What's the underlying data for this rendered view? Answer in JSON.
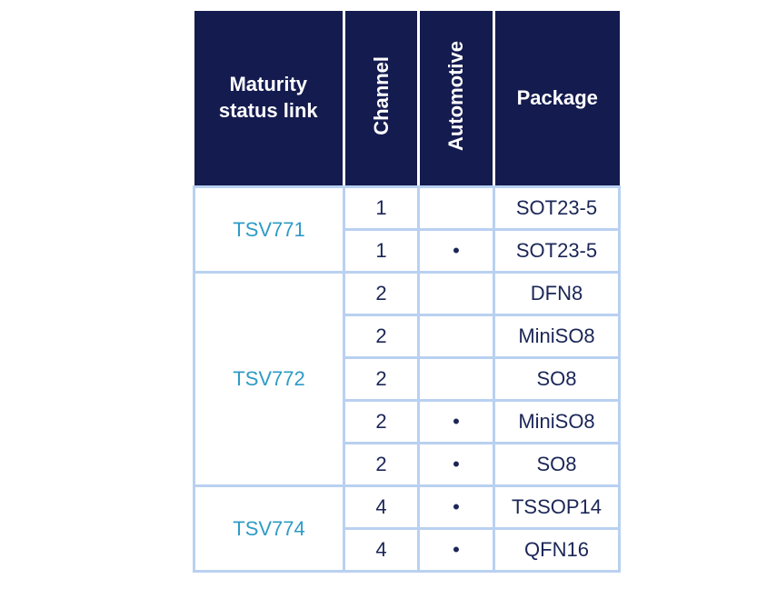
{
  "table": {
    "columns": [
      {
        "title": "Maturity status link",
        "lines": [
          "Maturity",
          "status link"
        ],
        "rotated": false
      },
      {
        "title": "Channel",
        "lines": [
          "Channel"
        ],
        "rotated": true
      },
      {
        "title": "Automotive",
        "lines": [
          "Automotive"
        ],
        "rotated": true
      },
      {
        "title": "Package",
        "lines": [
          "Package"
        ],
        "rotated": false
      }
    ],
    "groups": [
      {
        "part": "TSV771",
        "rows": [
          {
            "channel": "1",
            "automotive": "",
            "package": "SOT23-5"
          },
          {
            "channel": "1",
            "automotive": "•",
            "package": "SOT23-5"
          }
        ]
      },
      {
        "part": "TSV772",
        "rows": [
          {
            "channel": "2",
            "automotive": "",
            "package": "DFN8"
          },
          {
            "channel": "2",
            "automotive": "",
            "package": "MiniSO8"
          },
          {
            "channel": "2",
            "automotive": "",
            "package": "SO8"
          },
          {
            "channel": "2",
            "automotive": "•",
            "package": "MiniSO8"
          },
          {
            "channel": "2",
            "automotive": "•",
            "package": "SO8"
          }
        ]
      },
      {
        "part": "TSV774",
        "rows": [
          {
            "channel": "4",
            "automotive": "•",
            "package": "TSSOP14"
          },
          {
            "channel": "4",
            "automotive": "•",
            "package": "QFN16"
          }
        ]
      }
    ],
    "colors": {
      "header_bg": "#141B4F",
      "header_text": "#FFFFFF",
      "body_text": "#1B2657",
      "link": "#2E9BC6",
      "border": "#B9D1F1"
    }
  }
}
